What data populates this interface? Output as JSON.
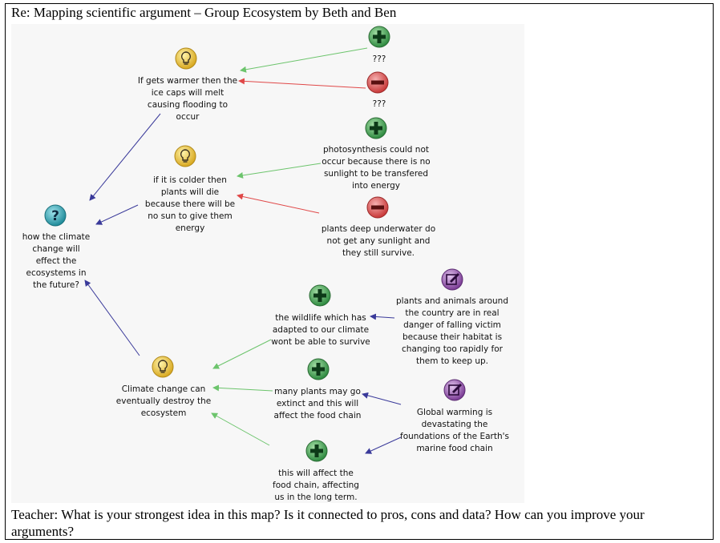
{
  "header": {
    "title": "Re: Mapping scientific argument – Group Ecosystem by Beth and Ben"
  },
  "footer": {
    "teacher_note": "Teacher: What is your strongest idea in this map? Is it connected to pros, cons and data? How can you improve your arguments?"
  },
  "colors": {
    "support_arrow": "#6cc46c",
    "oppose_arrow": "#e04848",
    "link_arrow": "#3a3a9a",
    "pro_icon": "#3f9a4f",
    "con_icon": "#d84c4c",
    "idea_icon": "#e8c240",
    "question_icon": "#2a9aa8",
    "data_icon": "#8a4aa0"
  },
  "nodes": {
    "question": {
      "icon": "question-icon",
      "text": "how the climate change will effect the ecosystems in the future?"
    },
    "idea_ice": {
      "icon": "lightbulb-icon",
      "text": "If gets warmer then the ice caps will melt causing flooding to occur"
    },
    "pro_ice": {
      "icon": "plus-icon",
      "text": "???"
    },
    "con_ice": {
      "icon": "minus-icon",
      "text": "???"
    },
    "idea_cold": {
      "icon": "lightbulb-icon",
      "text": "if it is colder then plants will die because there will be no sun to give them energy"
    },
    "pro_cold": {
      "icon": "plus-icon",
      "text": "photosynthesis could not occur because there is no sunlight to be transfered into energy"
    },
    "con_cold": {
      "icon": "minus-icon",
      "text": "plants deep underwater do not get any sunlight and they still survive."
    },
    "idea_destroy": {
      "icon": "lightbulb-icon",
      "text": "Climate change can eventually destroy the ecosystem"
    },
    "pro_wildlife": {
      "icon": "plus-icon",
      "text": "the wildlife which has adapted to our climate wont be able to survive"
    },
    "pro_plants": {
      "icon": "plus-icon",
      "text": "many plants may go extinct and this will affect the food chain"
    },
    "pro_foodchain": {
      "icon": "plus-icon",
      "text": "this will affect the food chain, affecting us in the long term."
    },
    "data_habitat": {
      "icon": "data-icon",
      "text": "plants and animals around the country are in real danger of falling victim because their habitat is changing too rapidly for them to keep up."
    },
    "data_marine": {
      "icon": "data-icon",
      "text": "Global warming is devastating the foundations of the Earth's marine food chain"
    }
  }
}
